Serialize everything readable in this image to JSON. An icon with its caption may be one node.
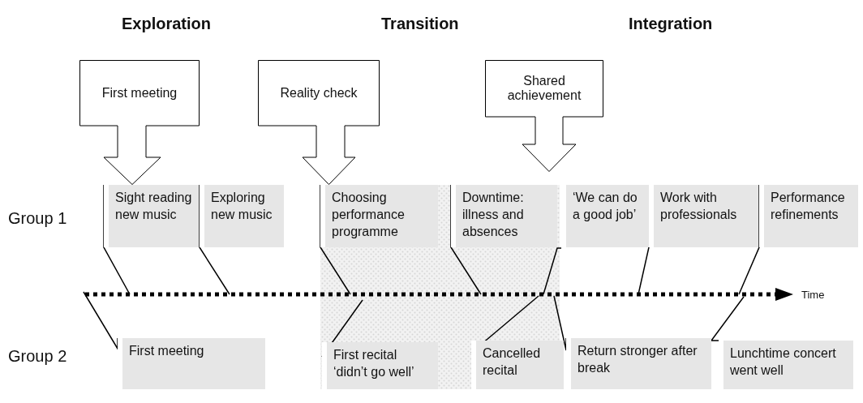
{
  "diagram": {
    "nodes": [
      {
        "text": [
          "First meeting"
        ]
      },
      {
        "text": [
          "Reality check"
        ]
      },
      {
        "text": [
          "Shared achievement"
        ]
      },
      {
        "text": [
          "Sight reading new music"
        ]
      },
      {
        "text": [
          "Exploring new music"
        ]
      },
      {
        "text": [
          "Choosing performance programme"
        ]
      },
      {
        "text": [
          "Downtime: illness and absences"
        ]
      },
      {
        "text": [
          "‘We can do a good job’"
        ]
      },
      {
        "text": [
          "Work with professionals"
        ]
      },
      {
        "text": [
          "Performance refinements"
        ]
      },
      {
        "text": [
          "First meeting"
        ]
      },
      {
        "text": [
          "First recital ‘didn’t go well’"
        ]
      },
      {
        "text": [
          "Cancelled recital"
        ]
      },
      {
        "text": [
          "Return stronger after break"
        ]
      },
      {
        "text": [
          "Lunchtime concert went well"
        ]
      }
    ],
    "edges": [
      {
        "from": 3,
        "to": null,
        "arrow": "none"
      },
      {
        "from": 4,
        "to": null,
        "arrow": "none"
      },
      {
        "from": 5,
        "to": null,
        "arrow": "none"
      },
      {
        "from": 6,
        "to": null,
        "arrow": "none"
      },
      {
        "from": 7,
        "to": null,
        "arrow": "none"
      },
      {
        "from": 8,
        "to": null,
        "arrow": "none"
      },
      {
        "from": 9,
        "to": null,
        "arrow": "none"
      },
      {
        "from": 10,
        "to": null,
        "arrow": "none"
      },
      {
        "from": 11,
        "to": null,
        "arrow": "none"
      },
      {
        "from": 12,
        "to": null,
        "arrow": "none"
      },
      {
        "from": 13,
        "to": null,
        "arrow": "none"
      },
      {
        "from": 14,
        "to": null,
        "arrow": "none"
      }
    ],
    "labels": [
      "Exploration",
      "Transition",
      "Integration",
      "Group 1",
      "Time",
      "Group 2"
    ]
  }
}
